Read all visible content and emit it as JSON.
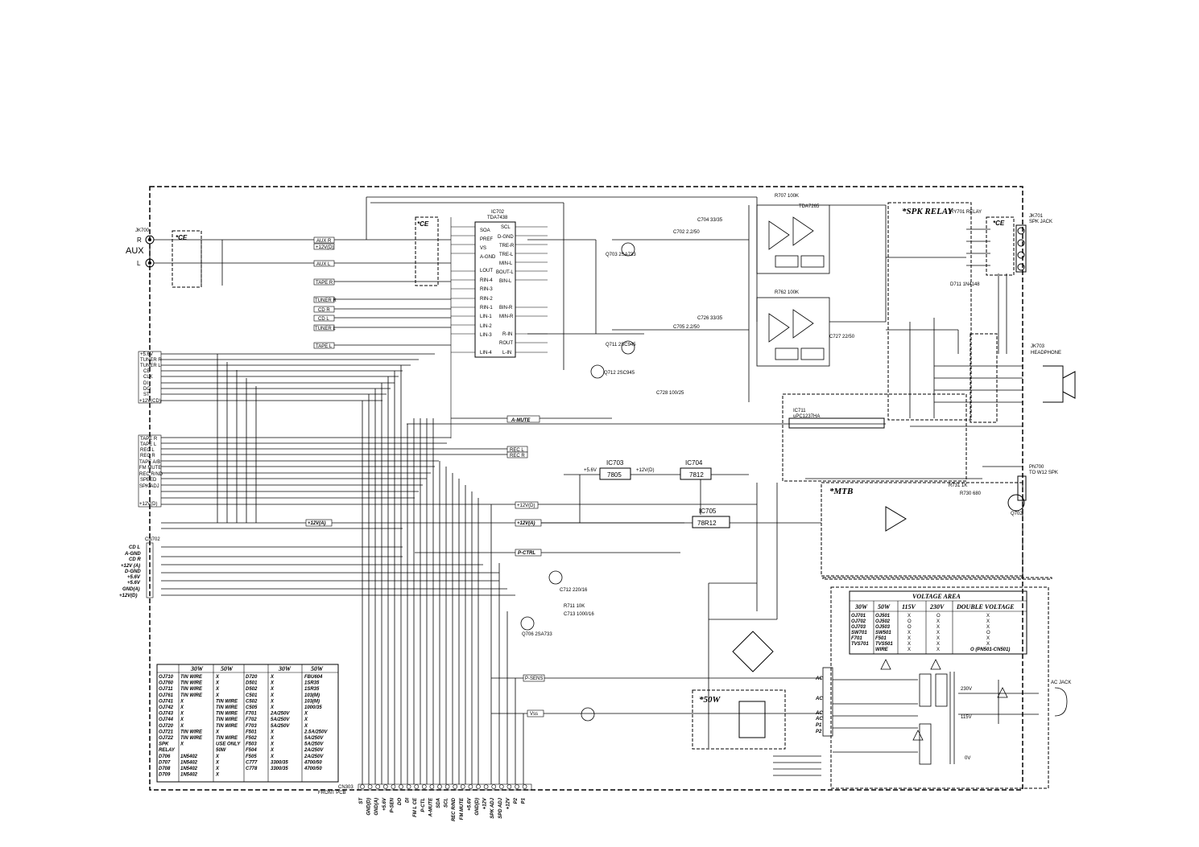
{
  "aux": {
    "jack": "JK700",
    "r": "R",
    "label": "AUX",
    "l": "L"
  },
  "blocks": {
    "ce_left": "*CE",
    "ce_mid": "*CE",
    "ce_right": "*CE",
    "spk_relay": "*SPK RELAY",
    "mtb": "*MTB",
    "w50": "*50W",
    "voltage_area": "VOLTAGE AREA"
  },
  "ics": {
    "ic702": "IC702",
    "ic702_part": "TDA7438",
    "ic703": "IC703",
    "ic703_part": "7805",
    "ic704": "IC704",
    "ic704_part": "7812",
    "ic705": "IC705",
    "ic705_part": "78R12",
    "ic711": "IC711",
    "ic711_part": "uPC1237HA",
    "ic712": "TDA7265"
  },
  "jacks": {
    "jk701": "JK701",
    "jk701_desc": "SPK JACK",
    "jk703": "JK703",
    "jk703_desc": "HEADPHONE",
    "pn700": "PN700",
    "pn700_desc": "TO W12 SPK",
    "ac_jack": "AC JACK"
  },
  "left_connector": {
    "signals": [
      "+5.6V",
      "TUNER R",
      "TUNER L",
      "CE",
      "CLK",
      "DI",
      "DO",
      "ST",
      "+12V(CD)",
      "TAPE R",
      "TAPE L",
      "REC L",
      "REC R",
      "TAPE A/B",
      "FM MUTE",
      "REC R/ND",
      "SPEED",
      "SPK ADJ",
      "+12V(D)"
    ]
  },
  "bus_labels": [
    "AUX R",
    "+12V(D)",
    "AUX L",
    "TAPE R",
    "TUNER R",
    "CD R",
    "CD L",
    "TUNER L",
    "TAPE L",
    "A-MUTE",
    "REC L",
    "REC R",
    "+12V(D)",
    "+12V(A)",
    "P-CTRL",
    "P-SENS",
    "Vss"
  ],
  "ic702_pins_left": [
    "SOA",
    "PREF",
    "VS",
    "A-GND",
    "LOUT",
    "RIN-4",
    "RIN-3",
    "RIN-2",
    "RIN-1",
    "LIN-1",
    "LIN-2",
    "LIN-3",
    "LIN-4"
  ],
  "ic702_pins_right": [
    "SCL",
    "D-GND",
    "TRE-R",
    "TRE-L",
    "MIN-L",
    "BOUT-L",
    "BIN-L",
    "BIN-R",
    "MIN-R",
    "R-IN",
    "ROUT",
    "L-IN"
  ],
  "bottom_connector": {
    "ref": "CN303",
    "desc": "FRONT PCB",
    "pins": [
      "ST",
      "GND(D)",
      "GND(A)",
      "+5.6V",
      "P-SEN",
      "DO",
      "DI",
      "FM L CE",
      "P-CTL",
      "A-MUTE",
      "SDA",
      "SCL",
      "REC R/ND",
      "FM MUTE",
      "+5.6V",
      "GND(D)",
      "+12V",
      "SPK ADJ",
      "SPD ADJ",
      "+12V",
      "P2",
      "P1"
    ]
  },
  "left_cd_connector": {
    "ref": "CN702",
    "signals": [
      "CD L",
      "A-GND",
      "CD R",
      "+12V (A)",
      "D-GND",
      "+5.6V",
      "+5.6V",
      "GND(A)",
      "+12V(D)"
    ]
  },
  "parts_table": {
    "headers": [
      "",
      "30W",
      "50W",
      "",
      "30W",
      "50W"
    ],
    "rows": [
      [
        "OJ710",
        "TIN WIRE",
        "X",
        "D720",
        "X",
        "FBU604"
      ],
      [
        "OJ760",
        "TIN WIRE",
        "X",
        "D501",
        "X",
        "1SR35"
      ],
      [
        "OJ711",
        "TIN WIRE",
        "X",
        "D502",
        "X",
        "1SR35"
      ],
      [
        "OJ761",
        "TIN WIRE",
        "X",
        "C501",
        "X",
        "103(M)"
      ],
      [
        "OJ741",
        "X",
        "TIN WIRE",
        "C502",
        "X",
        "103(M)"
      ],
      [
        "OJ742",
        "X",
        "TIN WIRE",
        "C505",
        "X",
        "1000/35"
      ],
      [
        "OJ743",
        "X",
        "TIN WIRE",
        "F701",
        "2A/250V",
        "X"
      ],
      [
        "OJ744",
        "X",
        "TIN WIRE",
        "F702",
        "5A/250V",
        "X"
      ],
      [
        "OJ720",
        "X",
        "TIN WIRE",
        "F703",
        "5A/250V",
        "X"
      ],
      [
        "OJ721",
        "TIN WIRE",
        "X",
        "F501",
        "X",
        "2.5A/250V"
      ],
      [
        "OJ722",
        "TIN WIRE",
        "TIN WIRE",
        "F502",
        "X",
        "5A/250V"
      ],
      [
        "SPK",
        "X",
        "USE ONLY",
        "F503",
        "X",
        "5A/250V"
      ],
      [
        "RELAY",
        "",
        "50W",
        "F504",
        "X",
        "2A/250V"
      ],
      [
        "D706",
        "1N5402",
        "X",
        "F505",
        "X",
        "2A/250V"
      ],
      [
        "D707",
        "1N5402",
        "X",
        "C777",
        "3300/35",
        "4700/50"
      ],
      [
        "D708",
        "1N5402",
        "X",
        "C778",
        "3300/35",
        "4700/50"
      ],
      [
        "D709",
        "1N5402",
        "X",
        "",
        "",
        ""
      ]
    ]
  },
  "voltage_table": {
    "headers": [
      "30W",
      "50W",
      "115V",
      "230V",
      "DOUBLE VOLTAGE"
    ],
    "rows": [
      [
        "OJ701",
        "OJ501",
        "X",
        "O",
        "X"
      ],
      [
        "OJ702",
        "OJ502",
        "O",
        "X",
        "X"
      ],
      [
        "OJ703",
        "OJ503",
        "O",
        "X",
        "X"
      ],
      [
        "SW701",
        "SW501",
        "X",
        "X",
        "O"
      ],
      [
        "F701",
        "F501",
        "X",
        "X",
        "X"
      ],
      [
        "TVS701",
        "TVS501",
        "X",
        "X",
        "X"
      ],
      [
        "",
        "WIRE",
        "X",
        "X",
        "O (PN501-CN501)"
      ]
    ]
  },
  "power_labels": {
    "v230": "230V",
    "v115": "115V",
    "v5_6": "+5.6V",
    "v12_d": "+12V(D)",
    "ac": "AC",
    "p1": "P1",
    "p2": "P2",
    "zero_v": "0V"
  },
  "misc_refs": [
    "C702 2.2/50",
    "C704 33/35",
    "R707 100K",
    "C705 2.2/50",
    "R730 680",
    "R731 1K",
    "C726 33/35",
    "C727 22/50",
    "R762 100K",
    "C728 100/25",
    "Q703 2SA733",
    "Q711 2SC945",
    "Q712 2SC945",
    "D711 1N4148",
    "RY701 RELAY",
    "Q702",
    "Q706 2SA733",
    "C712 220/16",
    "R711 10K",
    "C713 1000/16"
  ]
}
